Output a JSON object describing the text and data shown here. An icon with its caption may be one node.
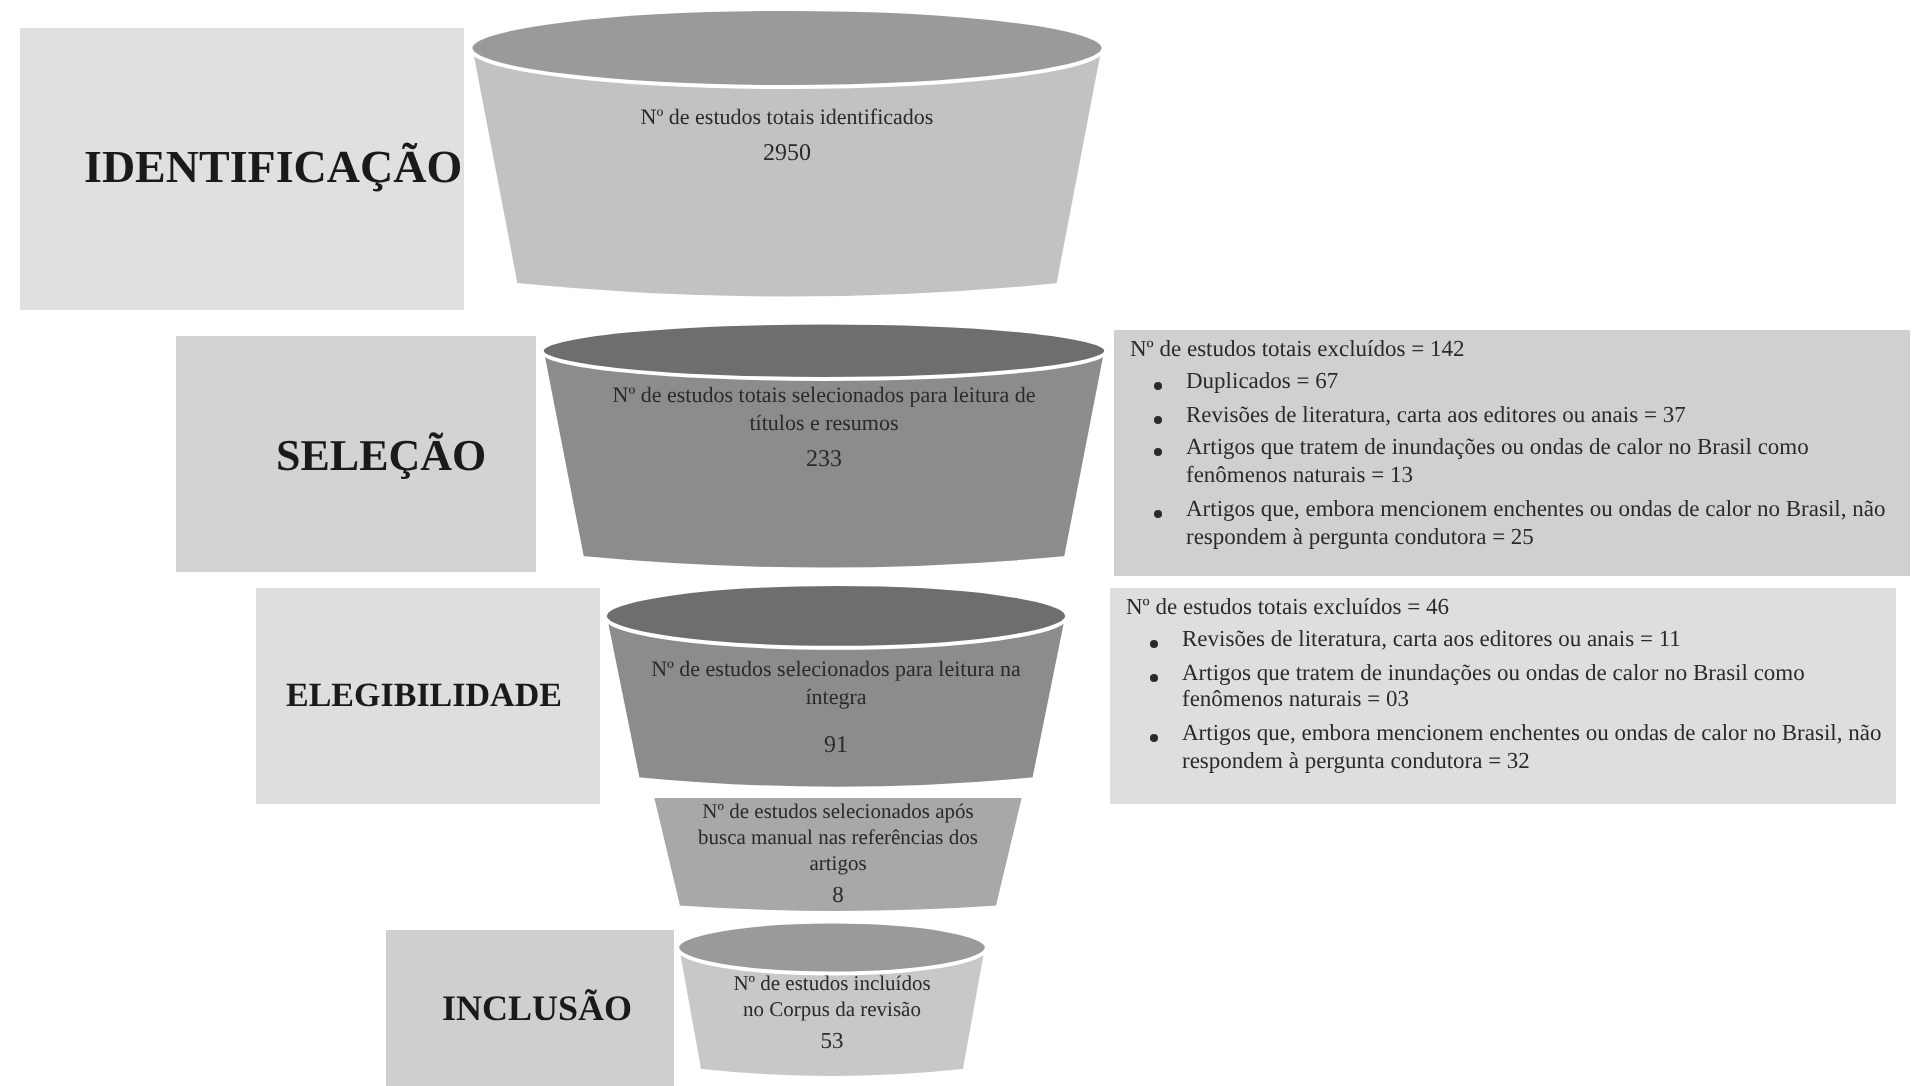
{
  "diagram": {
    "nodes": [
      {
        "text": [
          "IDENTIFICAÇÃO"
        ]
      },
      {
        "text": [
          "Nº de estudos totais identificados",
          "2950"
        ]
      },
      {
        "text": [
          "SELEÇÃO"
        ]
      },
      {
        "text": [
          "Nº de estudos totais selecionados para leitura de títulos e resumos",
          "233"
        ]
      },
      {
        "text": [
          "Nº de estudos totais excluídos = 142",
          "Duplicados = 67",
          "Revisões de literatura, carta aos editores ou anais = 37",
          "Artigos que tratem de inundações ou ondas de calor no Brasil como fenômenos naturais = 13",
          "Artigos que, embora mencionem enchentes ou ondas de calor no Brasil, não respondem à pergunta condutora = 25"
        ]
      },
      {
        "text": [
          "ELEGIBILIDADE"
        ]
      },
      {
        "text": [
          "Nº de estudos selecionados para leitura na íntegra",
          "91"
        ]
      },
      {
        "text": [
          "Nº de estudos totais excluídos = 46",
          "Revisões de literatura, carta aos editores ou anais = 11",
          "Artigos que tratem de inundações ou ondas de calor no Brasil como fenômenos naturais = 03",
          "Artigos que, embora mencionem enchentes ou ondas de calor no Brasil, não respondem à pergunta condutora = 32"
        ]
      },
      {
        "text": [
          "Nº de estudos selecionados após busca manual nas referências dos artigos",
          "8"
        ]
      },
      {
        "text": [
          "INCLUSÃO"
        ]
      },
      {
        "text": [
          "Nº de estudos incluídos no Corpus da revisão",
          "53"
        ]
      }
    ]
  }
}
